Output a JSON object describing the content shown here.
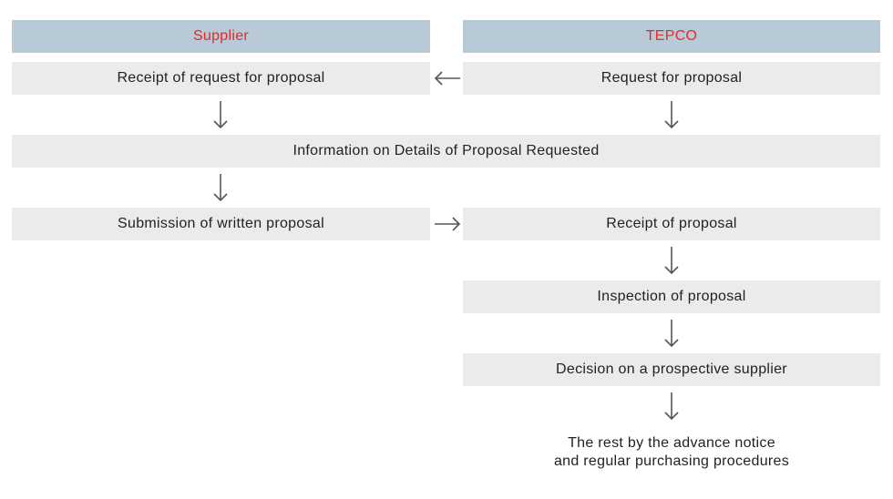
{
  "columns": {
    "supplier": {
      "label": "Supplier",
      "color": "#e02b2b"
    },
    "tepco": {
      "label": "TEPCO",
      "color": "#e02b2b"
    }
  },
  "steps": {
    "receipt_of_request": "Receipt of request for proposal",
    "request_for_proposal": "Request for proposal",
    "information_on_details": "Information on Details of Proposal Requested",
    "submission_of_written_proposal": "Submission of written proposal",
    "receipt_of_proposal": "Receipt of proposal",
    "inspection_of_proposal": "Inspection of proposal",
    "decision_on_supplier": "Decision on a prospective supplier"
  },
  "final_note": {
    "line1": "The rest by the advance notice",
    "line2": "and regular purchasing procedures"
  },
  "colors": {
    "header_bg": "#b7cad6",
    "step_bg": "#ebebeb",
    "arrow": "#555555",
    "text": "#222222"
  }
}
